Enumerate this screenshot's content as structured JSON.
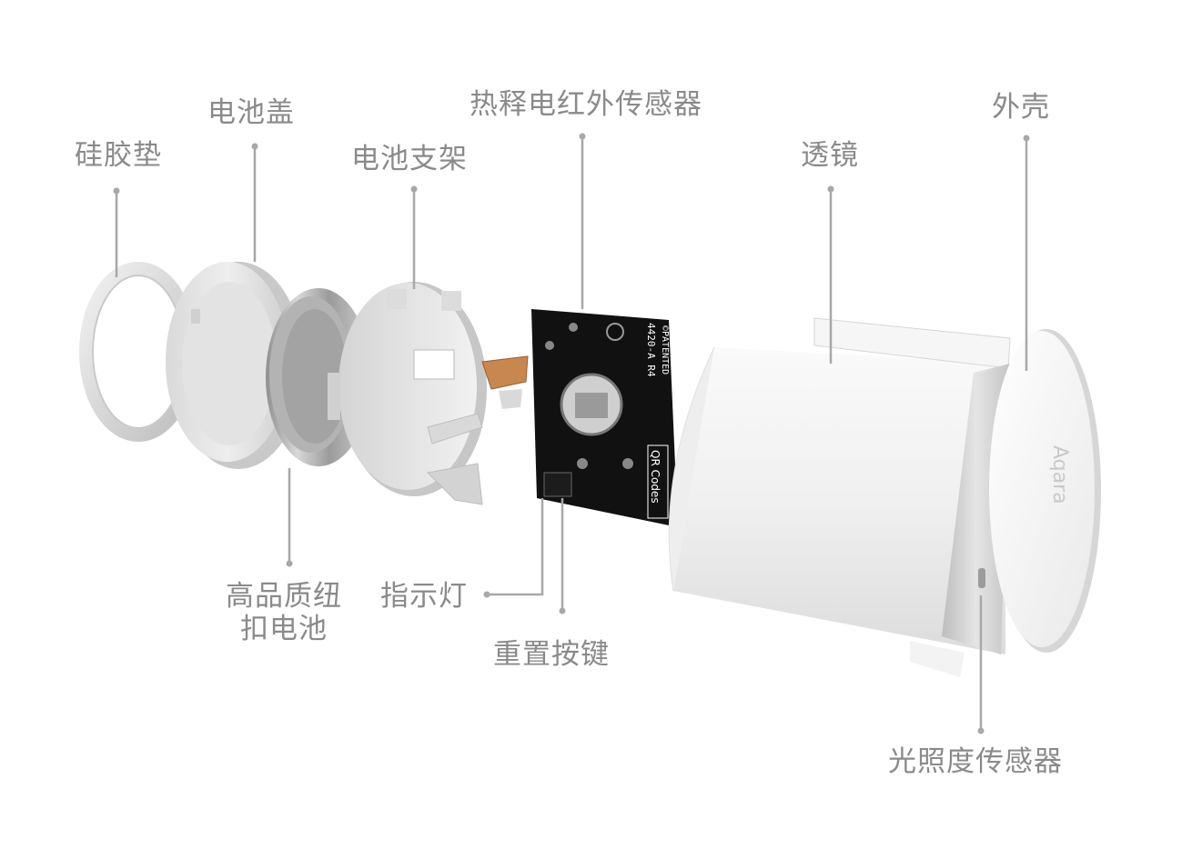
{
  "labels": {
    "silicone_pad": "硅胶垫",
    "battery_cover": "电池盖",
    "battery_bracket": "电池支架",
    "pir_sensor": "热释电红外传感器",
    "lens": "透镜",
    "shell": "外壳",
    "battery": "高品质纽扣电池",
    "indicator": "指示灯",
    "reset_button": "重置按键",
    "light_sensor": "光照度传感器"
  },
  "pcb_text": {
    "model": "4420-A R4",
    "patent": "©PATENTED",
    "qr": "QR Codes"
  },
  "logo_text": "Aqara",
  "colors": {
    "label": "#8a8a8a",
    "leader": "#a8a8a8",
    "pcb": "#111111",
    "contact": "#c8874f",
    "plastic": "#e6e6e6"
  }
}
